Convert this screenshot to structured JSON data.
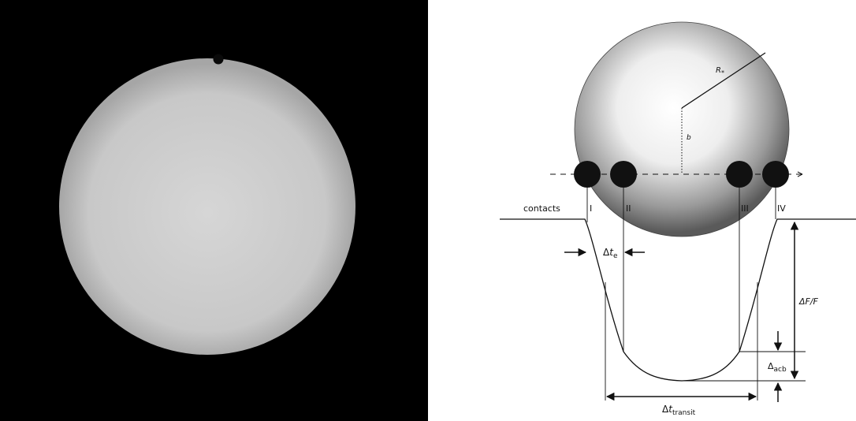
{
  "diagram": {
    "radius_label": "R",
    "radius_sub": "*",
    "impact_label": "b",
    "contacts_label": "contacts",
    "contacts": [
      "I",
      "II",
      "III",
      "IV"
    ],
    "delta_te": {
      "delta": "Δ",
      "t": "t",
      "sub": "e"
    },
    "delta_f": "ΔF/F",
    "delta_acb": {
      "delta": "Δ",
      "sub": "acb"
    },
    "delta_transit": {
      "delta": "Δ",
      "t": "t",
      "sub": "transit"
    }
  }
}
